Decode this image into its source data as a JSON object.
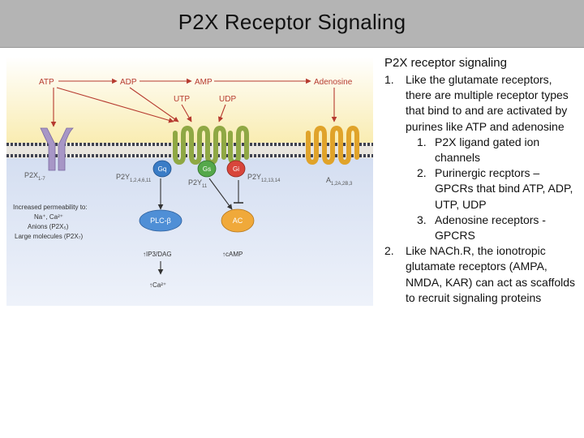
{
  "slide": {
    "title": "P2X Receptor Signaling"
  },
  "diagram": {
    "ligands": {
      "atp": "ATP",
      "adp": "ADP",
      "amp": "AMP",
      "adenosine": "Adenosine",
      "utp": "UTP",
      "udp": "UDP"
    },
    "receptors": {
      "p2x_main": "P2X",
      "p2x_sub": "1-7",
      "p2y_left_main": "P2Y",
      "p2y_left_sub": "1,2,4,6,11",
      "p2y_mid_main": "P2Y",
      "p2y_mid_sub": "11",
      "p2y_right_main": "P2Y",
      "p2y_right_sub": "12,13,14",
      "a_main": "A",
      "a_sub": "1,2A,2B,3"
    },
    "g_proteins": {
      "gq": "Gq",
      "gs": "Gs",
      "gi": "Gi"
    },
    "effectors": {
      "plc": "PLC-β",
      "ac": "AC"
    },
    "outputs": {
      "ip3_dag": "↑IP3/DAG",
      "camp": "↑cAMP",
      "ca": "↑Ca²⁺"
    },
    "permeability": {
      "line1": "Increased permeability to:",
      "line2": "Na⁺, Ca²⁺",
      "line3": "Anions (P2X₅)",
      "line4": "Large molecules (P2X₇)"
    },
    "colors": {
      "extracellular": "#fbf3c4",
      "intracellular": "#dbe4f3",
      "membrane": "#3f4250",
      "p2x_receptor": "#a796c6",
      "p2y_receptor": "#9db64a",
      "adenosine_receptor": "#e8b02e",
      "gq": "#3a7cc6",
      "gs": "#55a84a",
      "gi": "#d8453b",
      "plc": "#4f8fd6",
      "ac": "#f0a93a"
    }
  },
  "notes": {
    "heading": "P2X receptor signaling",
    "items": [
      {
        "num": "1.",
        "text": "Like the glutamate receptors, there are multiple receptor types that bind to and are activated by purines like ATP and adenosine",
        "sub": [
          {
            "num": "1.",
            "text": "P2X ligand gated ion channels"
          },
          {
            "num": "2.",
            "text": "Purinergic recptors – GPCRs that bind ATP, ADP, UTP, UDP"
          },
          {
            "num": "3.",
            "text": "Adenosine receptors - GPCRS"
          }
        ]
      },
      {
        "num": "2.",
        "text": "Like NACh.R, the ionotropic glutamate receptors (AMPA, NMDA, KAR) can act as scaffolds to recruit signaling proteins",
        "sub": []
      }
    ]
  }
}
